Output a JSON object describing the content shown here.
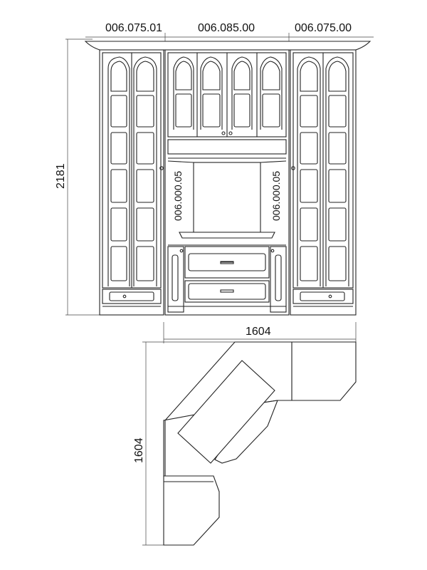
{
  "labels": {
    "module_left": "006.075.01",
    "module_center": "006.085.00",
    "module_right": "006.075.00",
    "side_panel_left": "006.000.05",
    "side_panel_right": "006.000.05",
    "height": "2181",
    "width": "1604",
    "depth": "1604"
  },
  "colors": {
    "line": "#222222",
    "background": "#ffffff"
  }
}
